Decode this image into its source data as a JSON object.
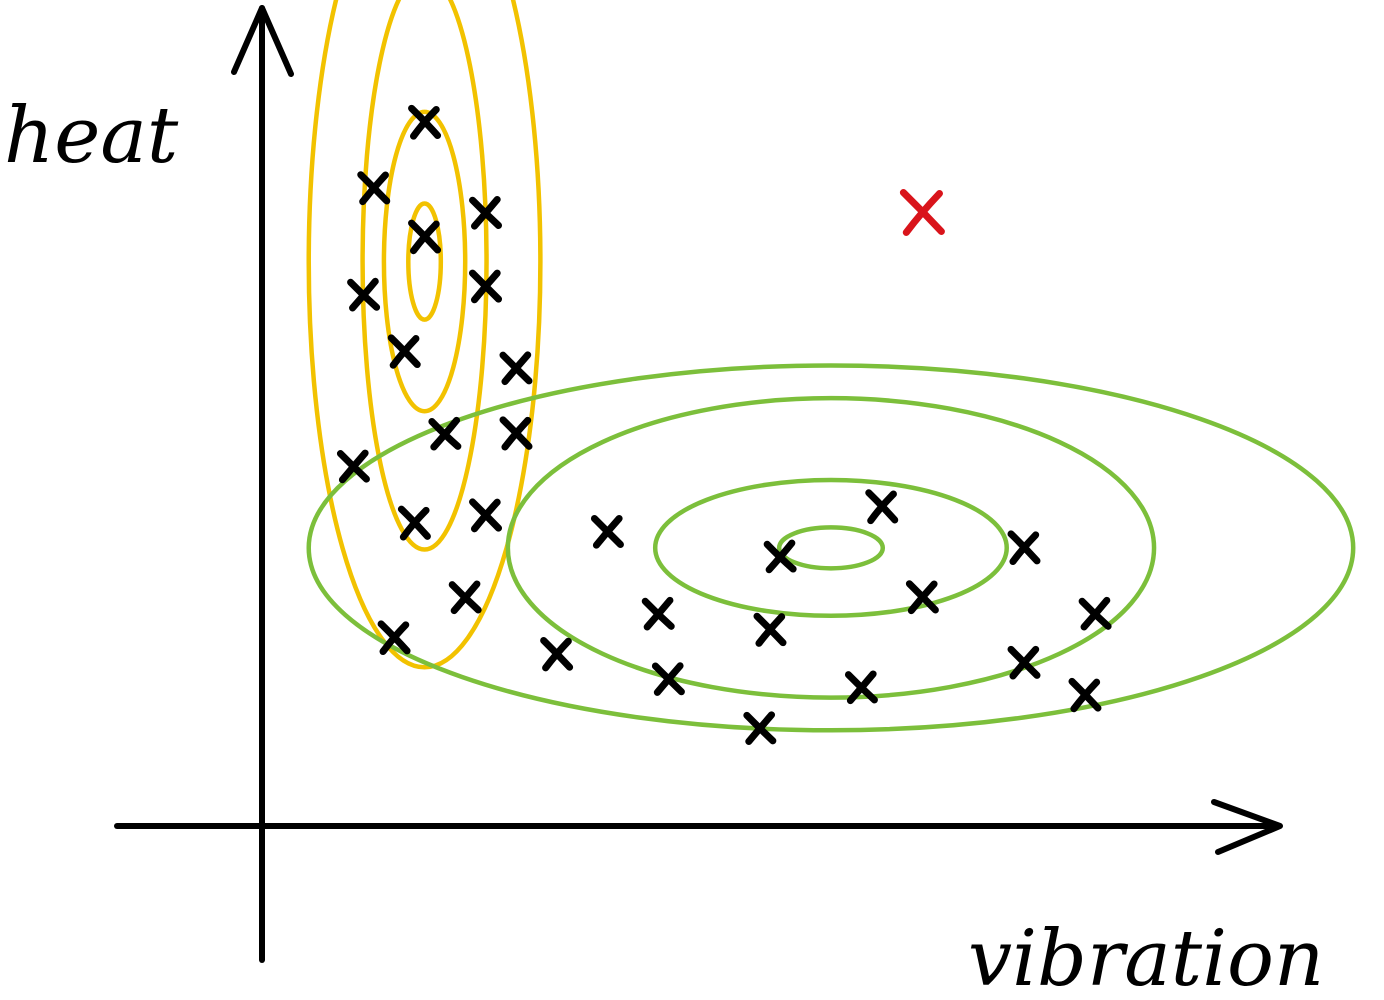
{
  "chart_data": {
    "type": "scatter",
    "title": "",
    "xlabel": "vibration",
    "ylabel": "heat",
    "xlim": [
      0,
      100
    ],
    "ylim": [
      0,
      100
    ],
    "grid": false,
    "colors": {
      "axes": "#000000",
      "points": "#000000",
      "anomaly": "#d9141b",
      "cluster_1_contours": "#f2c200",
      "cluster_2_contours": "#7cbf3b"
    },
    "clusters": [
      {
        "center": [
          16,
          69
        ],
        "contour_radii": [
          [
            1.6,
            7.1
          ],
          [
            4.0,
            18.3
          ],
          [
            6.1,
            35.2
          ],
          [
            11.4,
            49.6
          ]
        ],
        "color_key": "cluster_1_contours"
      },
      {
        "center": [
          56,
          34
        ],
        "contour_radii": [
          [
            5.1,
            2.5
          ],
          [
            17.3,
            8.3
          ],
          [
            31.8,
            18.3
          ],
          [
            51.4,
            22.3
          ]
        ],
        "color_key": "cluster_2_contours"
      }
    ],
    "points": [
      {
        "x": 16,
        "y": 86
      },
      {
        "x": 11,
        "y": 78
      },
      {
        "x": 22,
        "y": 75
      },
      {
        "x": 16,
        "y": 72
      },
      {
        "x": 22,
        "y": 66
      },
      {
        "x": 10,
        "y": 65
      },
      {
        "x": 14,
        "y": 58
      },
      {
        "x": 25,
        "y": 56
      },
      {
        "x": 18,
        "y": 48
      },
      {
        "x": 25,
        "y": 48
      },
      {
        "x": 9,
        "y": 44
      },
      {
        "x": 15,
        "y": 37
      },
      {
        "x": 22,
        "y": 38
      },
      {
        "x": 20,
        "y": 28
      },
      {
        "x": 13,
        "y": 23
      },
      {
        "x": 34,
        "y": 36
      },
      {
        "x": 39,
        "y": 26
      },
      {
        "x": 29,
        "y": 21
      },
      {
        "x": 40,
        "y": 18
      },
      {
        "x": 51,
        "y": 33
      },
      {
        "x": 50,
        "y": 24
      },
      {
        "x": 49,
        "y": 12
      },
      {
        "x": 61,
        "y": 39
      },
      {
        "x": 65,
        "y": 28
      },
      {
        "x": 59,
        "y": 17
      },
      {
        "x": 75,
        "y": 34
      },
      {
        "x": 75,
        "y": 20
      },
      {
        "x": 82,
        "y": 26
      },
      {
        "x": 81,
        "y": 16
      }
    ],
    "anomaly": {
      "x": 65,
      "y": 75
    }
  }
}
